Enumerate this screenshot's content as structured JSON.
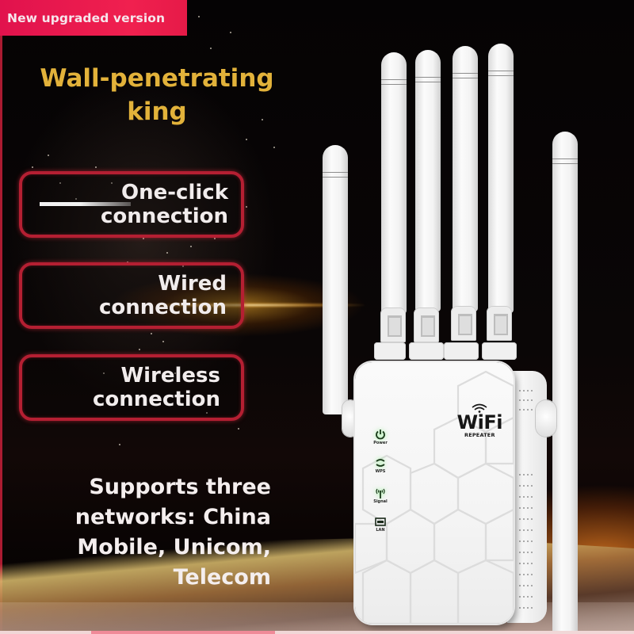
{
  "banner": {
    "badge": "New upgraded version",
    "headline_line1": "Wall-penetrating",
    "headline_line2": "king"
  },
  "features": [
    {
      "line1": "One-click",
      "line2": "connection",
      "icon": "slider-line-icon"
    },
    {
      "line1": "Wired",
      "line2": "connection"
    },
    {
      "line1": "Wireless",
      "line2": "connection"
    }
  ],
  "networks": {
    "line1": "Supports three",
    "line2": "networks: China",
    "line3": "Mobile, Unicom,",
    "line4": "Telecom"
  },
  "device": {
    "brand": "WiFi",
    "subtitle": "REPEATER",
    "antenna_count": 6,
    "indicators": [
      {
        "label": "Power",
        "icon": "power-icon"
      },
      {
        "label": "WPS",
        "icon": "wps-icon"
      },
      {
        "label": "Signal",
        "icon": "signal-tower-icon"
      },
      {
        "label": "LAN",
        "icon": "lan-port-icon"
      }
    ]
  },
  "colors": {
    "badge_bg": "#e8164d",
    "headline": "#e2b23a",
    "box_border": "#b41f32",
    "text_light": "#f1ecec",
    "led_green": "#6ef06e"
  }
}
